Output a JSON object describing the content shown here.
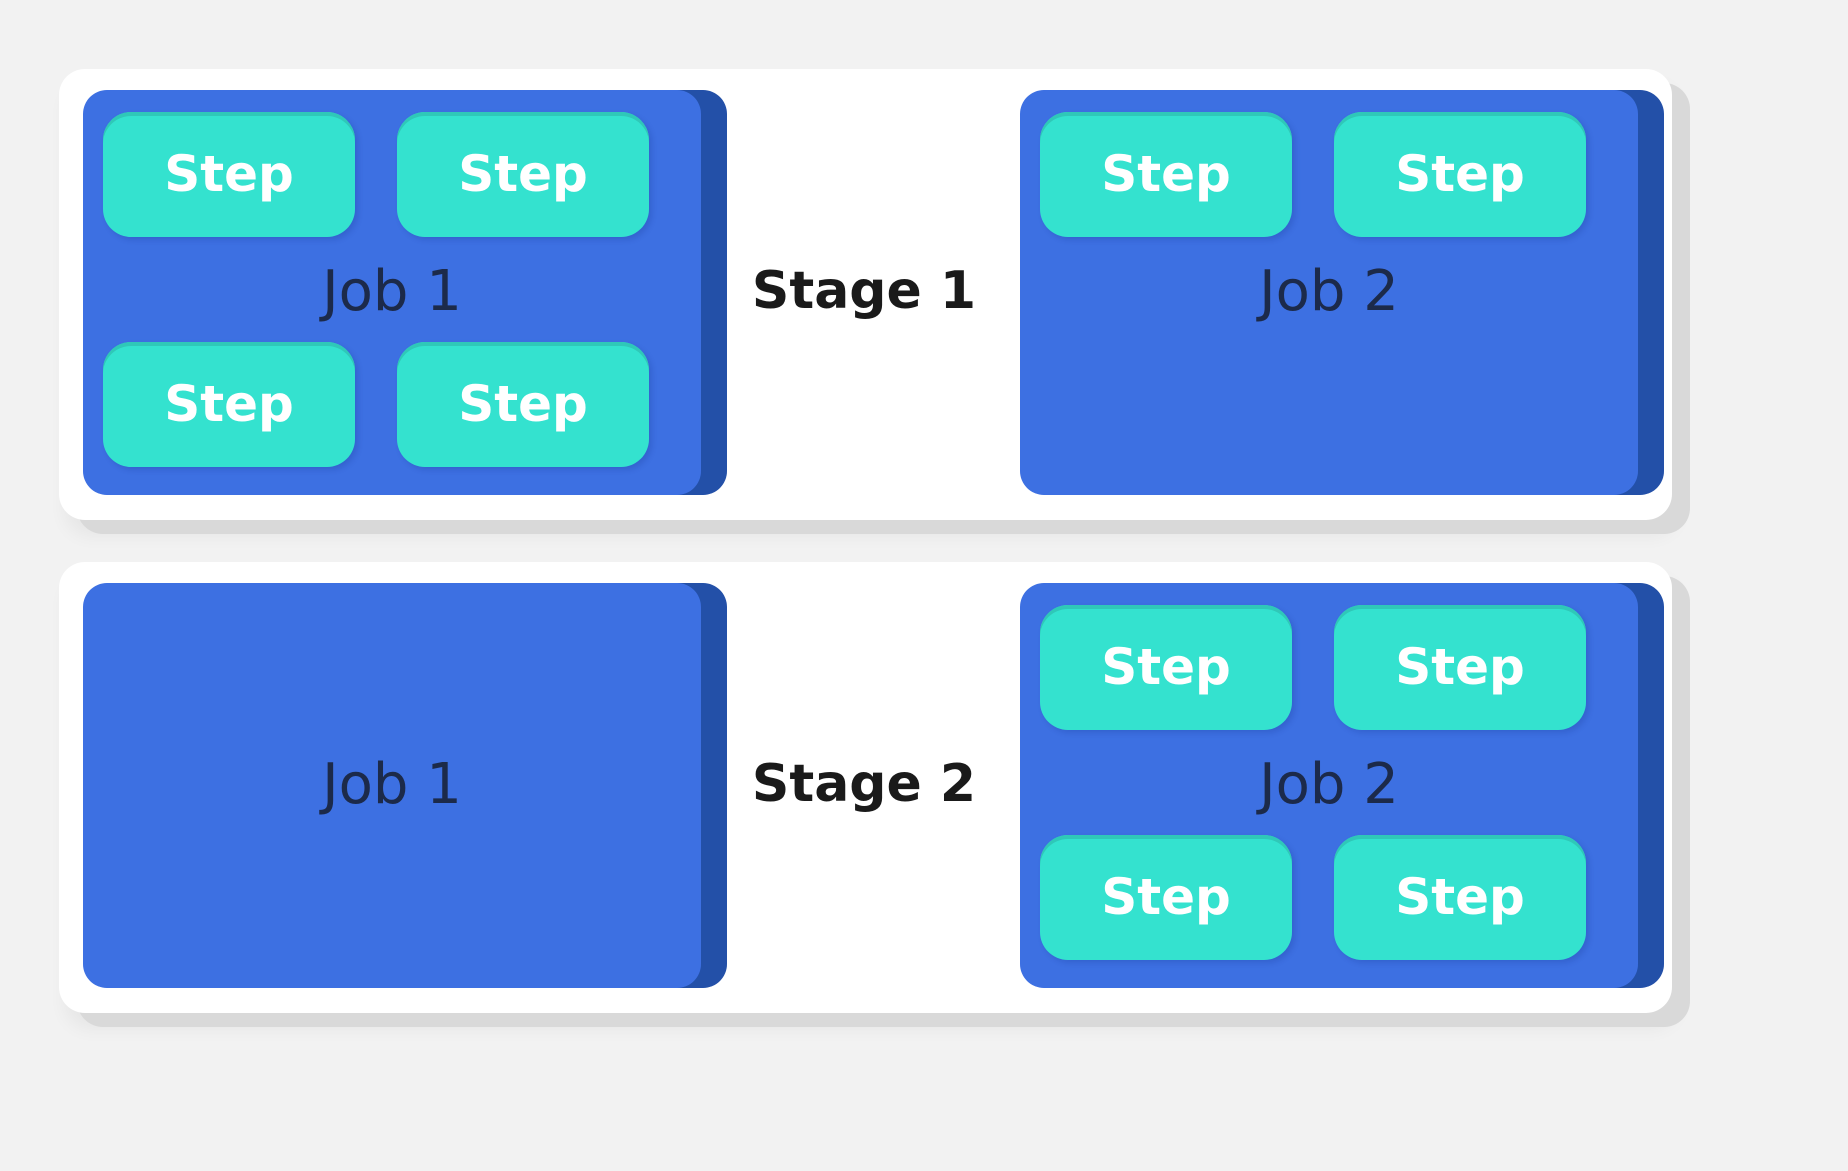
{
  "stages": [
    {
      "label": "Stage 1",
      "jobs": [
        {
          "label": "Job 1",
          "steps": [
            "Step",
            "Step",
            "Step",
            "Step"
          ]
        },
        {
          "label": "Job 2",
          "steps": [
            "Step",
            "Step"
          ]
        }
      ]
    },
    {
      "label": "Stage 2",
      "jobs": [
        {
          "label": "Job 1",
          "steps": []
        },
        {
          "label": "Job 2",
          "steps": [
            "Step",
            "Step",
            "Step",
            "Step"
          ]
        }
      ]
    }
  ],
  "colors": {
    "background": "#f2f2f2",
    "panel": "#ffffff",
    "job": "#3d70e2",
    "job_edge": "#2350a8",
    "step": "#34e2cf",
    "step_text": "#ffffff",
    "job_text": "#1c2a4a",
    "stage_text": "#1a1a1a"
  }
}
